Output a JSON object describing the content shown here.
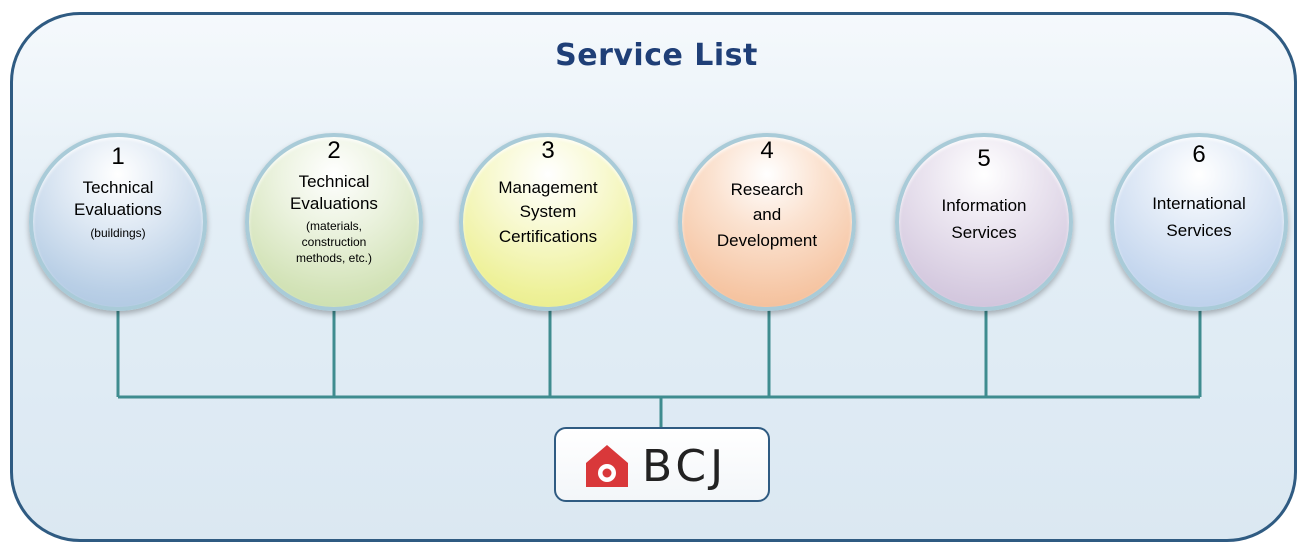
{
  "title": "Service List",
  "services": [
    {
      "number": "1",
      "lines": [
        "Technical",
        "Evaluations"
      ],
      "sub": [
        "(buildings)"
      ]
    },
    {
      "number": "2",
      "lines": [
        "Technical",
        "Evaluations"
      ],
      "sub": [
        "(materials,",
        "construction",
        "methods, etc.)"
      ]
    },
    {
      "number": "3",
      "lines": [
        "Management",
        "System",
        "Certifications"
      ],
      "sub": []
    },
    {
      "number": "4",
      "lines": [
        "Research",
        "and",
        "Development"
      ],
      "sub": []
    },
    {
      "number": "5",
      "lines": [
        "Information",
        "Services"
      ],
      "sub": []
    },
    {
      "number": "6",
      "lines": [
        "International",
        "Services"
      ],
      "sub": []
    }
  ],
  "logo": {
    "text": "BCJ",
    "icon": "house-icon",
    "color": "#d9383a"
  },
  "colors": {
    "frame_border": "#2f5b82",
    "title": "#1f3f77",
    "connector": "#3f8c8f",
    "circle_1": "#b9cfe6",
    "circle_2": "#d3e3b8",
    "circle_3": "#eef19a",
    "circle_4": "#f6c7a6",
    "circle_5": "#d6cbe0",
    "circle_6": "#c4d6ee"
  }
}
